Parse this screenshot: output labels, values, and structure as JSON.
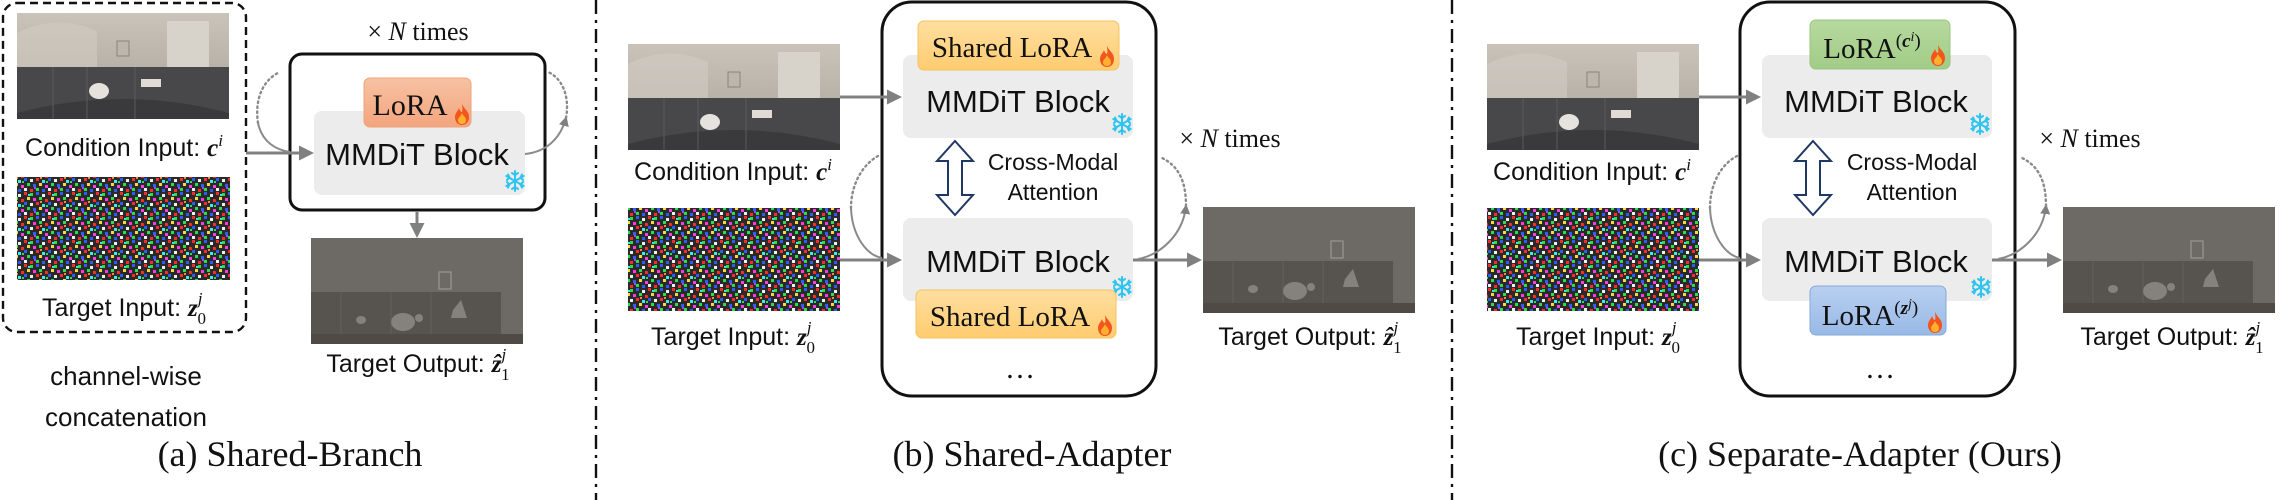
{
  "figure": {
    "panels": [
      {
        "id": "a",
        "caption": "(a) Shared-Branch",
        "condition_label": "Condition Input: ",
        "condition_symbol": "c",
        "condition_sup": "i",
        "target_label": "Target Input: ",
        "target_symbol": "z",
        "target_sup": "j",
        "target_sub": "0",
        "concat_line1": "channel-wise",
        "concat_line2": "concatenation",
        "repeat_prefix": "× ",
        "repeat_N": "N",
        "repeat_suffix": " times",
        "lora_label": "LoRA",
        "block_label": "MMDiT Block",
        "output_label": "Target Output: ",
        "output_symbol": "ẑ",
        "output_sup": "j",
        "output_sub": "1"
      },
      {
        "id": "b",
        "caption": "(b) Shared-Adapter",
        "condition_label": "Condition Input: ",
        "condition_symbol": "c",
        "condition_sup": "i",
        "target_label": "Target Input: ",
        "target_symbol": "z",
        "target_sup": "j",
        "target_sub": "0",
        "repeat_prefix": "× ",
        "repeat_N": "N",
        "repeat_suffix": " times",
        "lora_top_label": "Shared LoRA",
        "lora_bottom_label": "Shared LoRA",
        "block_top_label": "MMDiT Block",
        "block_bottom_label": "MMDiT Block",
        "attention_line1": "Cross-Modal",
        "attention_line2": "Attention",
        "ellipsis": "…",
        "output_label": "Target Output: ",
        "output_symbol": "ẑ",
        "output_sup": "j",
        "output_sub": "1"
      },
      {
        "id": "c",
        "caption": "(c) Separate-Adapter (Ours)",
        "condition_label": "Condition Input: ",
        "condition_symbol": "c",
        "condition_sup": "i",
        "target_label": "Target Input: ",
        "target_symbol": "z",
        "target_sup": "j",
        "target_sub": "0",
        "repeat_prefix": "× ",
        "repeat_N": "N",
        "repeat_suffix": " times",
        "lora_top_label": "LoRA",
        "lora_top_sup_open": "(",
        "lora_top_sup_sym": "c",
        "lora_top_sup_idx": "i",
        "lora_top_sup_close": ")",
        "lora_bottom_label": "LoRA",
        "lora_bottom_sup_open": "(",
        "lora_bottom_sup_sym": "z",
        "lora_bottom_sup_idx": "j",
        "lora_bottom_sup_close": ")",
        "block_top_label": "MMDiT Block",
        "block_bottom_label": "MMDiT Block",
        "attention_line1": "Cross-Modal",
        "attention_line2": "Attention",
        "ellipsis": "…",
        "output_label": "Target Output: ",
        "output_symbol": "ẑ",
        "output_sup": "j",
        "output_sub": "1"
      }
    ],
    "icons": {
      "trainable": "flame-icon",
      "frozen": "snowflake-icon"
    },
    "colors": {
      "lora_shared_branch": "#F4B183",
      "lora_shared_adapter": "#FFD68A",
      "lora_condition": "#A9D18E",
      "lora_target": "#A8C6EC",
      "mmdit_block": "#ECECEC",
      "snowflake": "#2EC4F0",
      "flame": "#F2561D"
    }
  }
}
